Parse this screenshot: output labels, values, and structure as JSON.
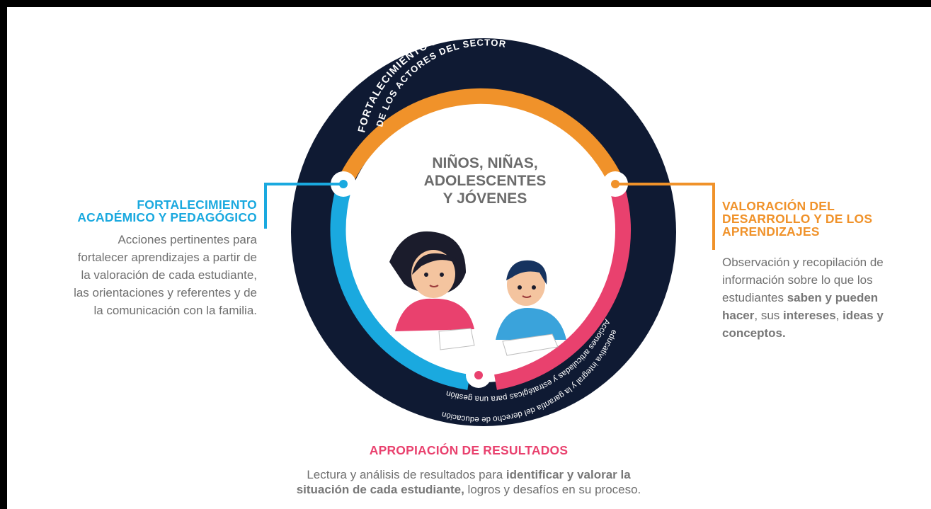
{
  "colors": {
    "dark_navy": "#0f1a33",
    "orange": "#f0922a",
    "blue": "#1aa9df",
    "pink": "#e9416e",
    "text_gray": "#6f6f6f"
  },
  "outer_ring_text": {
    "top_line1": "FORTALECIMIENTO DE CAPACIDADES",
    "top_line2": "DE LOS ACTORES DEL SECTOR",
    "bottom_line1": "Acciones articuladas y estratégicas para una gestión",
    "bottom_line2": "educativa integral y la garantía del derecho de educación"
  },
  "center": {
    "title_line1": "NIÑOS, NIÑAS,",
    "title_line2": "ADOLESCENTES",
    "title_line3": "Y JÓVENES",
    "illustration": "children-drawing-illustration"
  },
  "left": {
    "title_line1": "FORTALECIMIENTO",
    "title_line2": "ACADÉMICO Y PEDAGÓGICO",
    "desc_line1": "Acciones pertinentes para",
    "desc_line2": "fortalecer aprendizajes a partir de",
    "desc_line3": "la valoración de cada estudiante,",
    "desc_line4": "las orientaciones y referentes y de",
    "desc_line5": "la comunicación con la familia."
  },
  "right": {
    "title_line1": "VALORACIÓN DEL",
    "title_line2": "DESARROLLO Y DE LOS",
    "title_line3": "APRENDIZAJES",
    "desc_line1": "Observación y recopilación de",
    "desc_line2": "información sobre lo que los",
    "desc_line3_pre": "estudiantes ",
    "desc_line3_bold": "saben y pueden",
    "desc_line4_bold": "hacer",
    "desc_line4_mid": ", sus ",
    "desc_line4_bold2": "intereses",
    "desc_line4_comma": ", ",
    "desc_line4_bold3": "ideas y",
    "desc_line5_bold": "conceptos."
  },
  "bottom": {
    "title": "APROPIACIÓN DE RESULTADOS",
    "desc_line1_pre": "Lectura y análisis de resultados para ",
    "desc_line1_bold": "identificar y valorar la",
    "desc_line2_bold": "situación de cada estudiante,",
    "desc_line2_post": " logros y desafíos en su proceso."
  }
}
